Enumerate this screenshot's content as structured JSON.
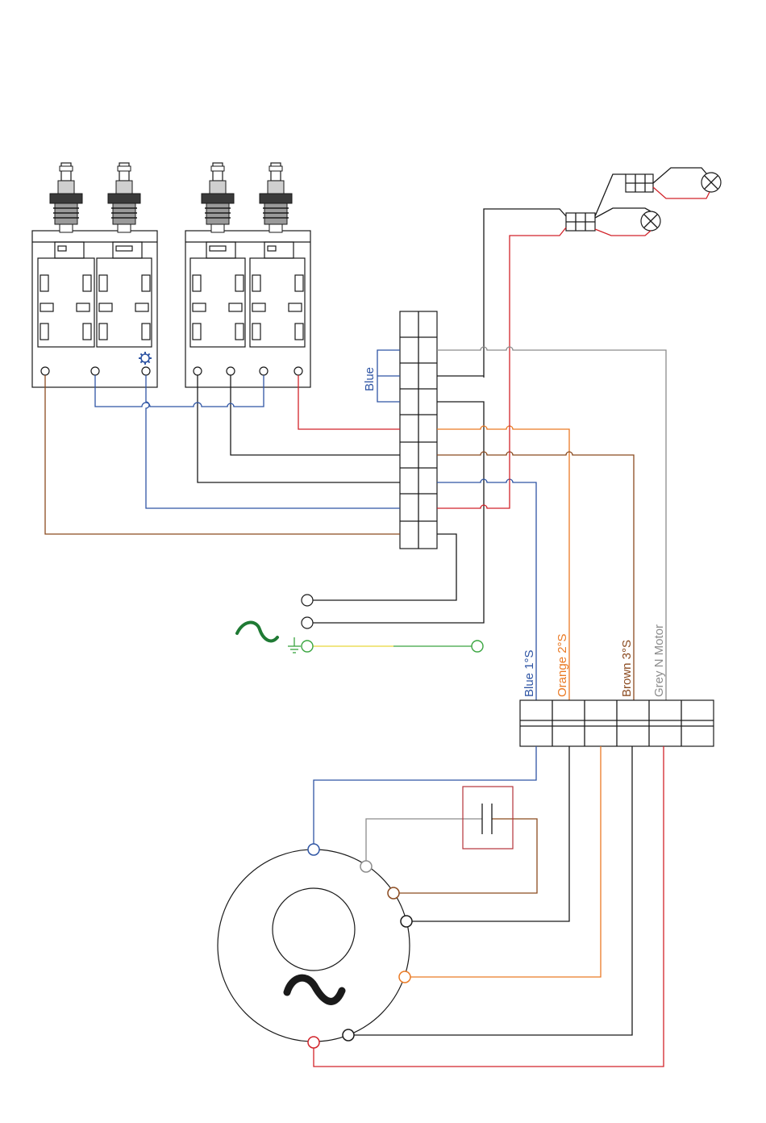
{
  "labels": {
    "blue_bridge": "Blue",
    "blue_1": "Blue 1°S",
    "orange_2": "Orange 2°S",
    "brown_3": "Brown 3°S",
    "grey_n": "Grey N Motor"
  },
  "colors": {
    "black": "#1a1a1a",
    "blue": "#2f55a4",
    "red": "#d2232a",
    "orange": "#ea7a25",
    "brown": "#8b4a1f",
    "grey": "#8c8c8c",
    "green": "#3aa540",
    "yellow": "#e8d83a"
  },
  "icons": [
    "push-button-switch",
    "terminal-block",
    "lamp",
    "connector",
    "ac-source-symbol",
    "ground-symbol",
    "capacitor",
    "motor",
    "gear-icon"
  ]
}
